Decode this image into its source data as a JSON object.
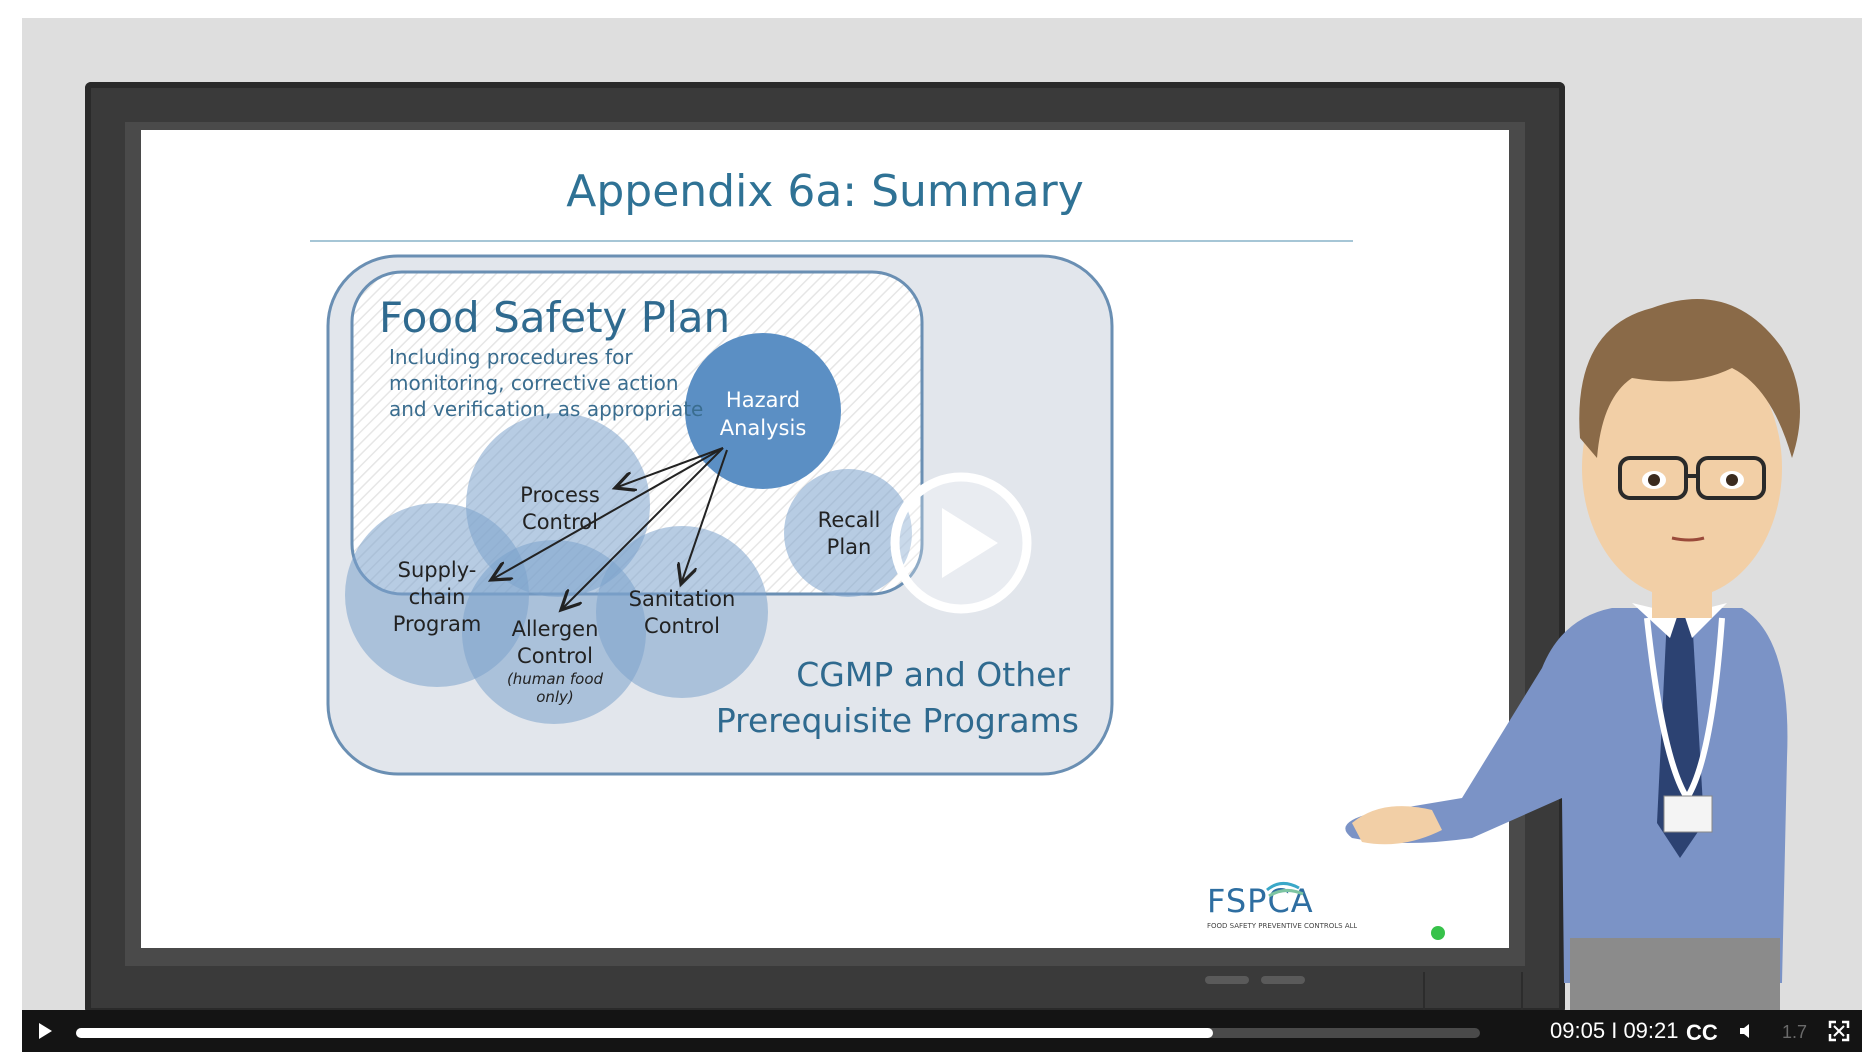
{
  "slide": {
    "title": "Appendix 6a: Summary",
    "food_safety_plan": {
      "heading": "Food Safety Plan",
      "description": [
        "Including procedures for",
        "monitoring, corrective action",
        "and verification, as appropriate"
      ]
    },
    "circles": {
      "hazard_analysis": [
        "Hazard",
        "Analysis"
      ],
      "process_control": [
        "Process",
        "Control"
      ],
      "recall_plan": [
        "Recall",
        "Plan"
      ],
      "supply_chain": [
        "Supply-",
        "chain",
        "Program"
      ],
      "allergen_control": [
        "Allergen",
        "Control"
      ],
      "allergen_note": [
        "(human food",
        "only)"
      ],
      "sanitation_control": [
        "Sanitation",
        "Control"
      ]
    },
    "cgmp": [
      "CGMP and Other",
      "Prerequisite Programs"
    ],
    "logo": {
      "mark": "FSPCA",
      "tagline": "FOOD SAFETY PREVENTIVE CONTROLS ALLIANCE"
    }
  },
  "player": {
    "current_time": "09:05",
    "separator": "I",
    "duration": "09:21",
    "progress": 0.81,
    "cc_label": "CC",
    "speed_label": "1.7",
    "play_icon": "play-icon",
    "volume_icon": "volume-icon",
    "fullscreen_icon": "fullscreen-icon"
  },
  "colors": {
    "title": "#2f7295",
    "circle": "#7ba3cc",
    "hazard": "#5b8fc4",
    "frame_outline": "#6a8fb3",
    "controls_bg": "#141414"
  }
}
